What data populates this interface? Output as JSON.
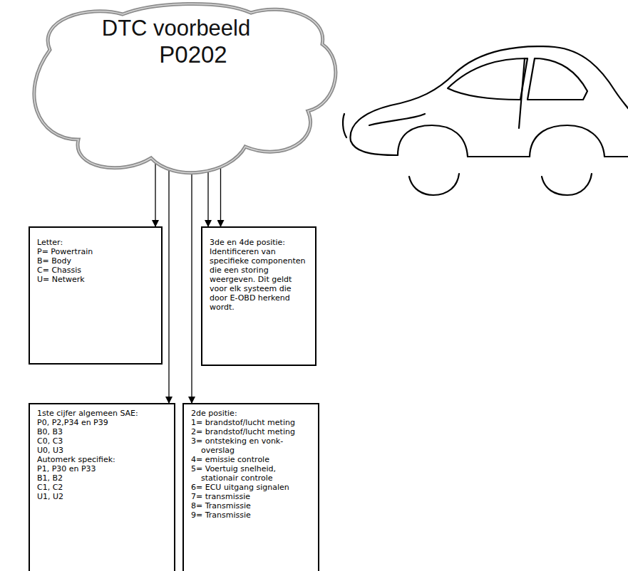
{
  "diagram": {
    "nodes": [
      {
        "text": [
          "DTC voorbeeld",
          "P0202"
        ]
      },
      {
        "text": [
          "Letter:",
          "P= Powertrain",
          "B= Body",
          "C= Chassis",
          "U= Netwerk"
        ]
      },
      {
        "text": [
          "3de en 4de positie:",
          "Identificeren van specifieke componenten die een storing weergeven. Dit geldt voor elk systeem die door E-OBD herkend wordt."
        ]
      },
      {
        "text": [
          "1ste cijfer algemeen SAE:",
          "P0, P2,P34 en P39",
          "B0, B3",
          "C0, C3",
          "U0, U3",
          "Automerk specifiek:",
          "P1, P30 en P33",
          "B1, B2",
          "C1, C2",
          "U1, U2"
        ]
      },
      {
        "text": [
          "2de positie:",
          "1= brandstof/lucht meting",
          "2= brandstof/lucht meting",
          "3= ontsteking en vonk- overslag",
          "4= emissie controle",
          "5= Voertuig snelheid, stationair controle",
          "6= ECU uitgang signalen",
          "7= transmissie",
          "8= Transmissie",
          "9= Transmissie"
        ]
      }
    ],
    "edges": [
      {
        "from": 0,
        "to": 1,
        "arrow": "to"
      },
      {
        "from": 0,
        "to": 2,
        "arrow": "to"
      },
      {
        "from": 0,
        "to": 2,
        "arrow": "to"
      },
      {
        "from": 0,
        "to": 3,
        "arrow": "to"
      },
      {
        "from": 0,
        "to": 4,
        "arrow": "to"
      }
    ]
  }
}
